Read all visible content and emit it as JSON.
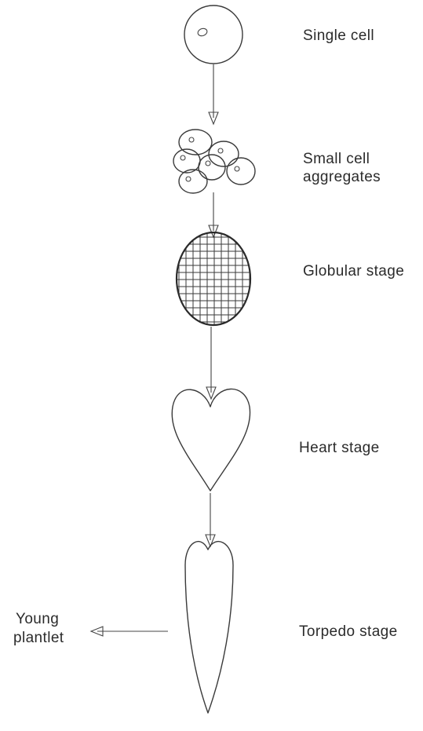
{
  "stages": [
    {
      "id": "single-cell",
      "label": "Single cell"
    },
    {
      "id": "small-cell-aggregates",
      "label_line1": "Small cell",
      "label_line2": "aggregates"
    },
    {
      "id": "globular",
      "label": "Globular stage"
    },
    {
      "id": "heart",
      "label": "Heart stage"
    },
    {
      "id": "torpedo",
      "label": "Torpedo stage"
    }
  ],
  "outcome": {
    "line1": "Young",
    "line2": "plantlet"
  }
}
